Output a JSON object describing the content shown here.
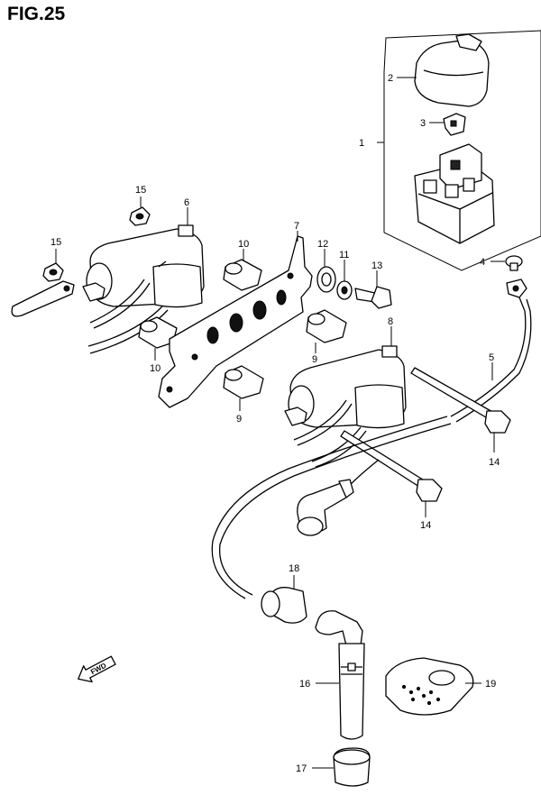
{
  "figure": {
    "title": "FIG.25"
  },
  "direction_label": "FWD",
  "callouts": [
    {
      "id": "c1",
      "text": "1"
    },
    {
      "id": "c2",
      "text": "2"
    },
    {
      "id": "c3",
      "text": "3"
    },
    {
      "id": "c4",
      "text": "4"
    },
    {
      "id": "c5",
      "text": "5"
    },
    {
      "id": "c6",
      "text": "6"
    },
    {
      "id": "c7",
      "text": "7"
    },
    {
      "id": "c8",
      "text": "8"
    },
    {
      "id": "c9a",
      "text": "9"
    },
    {
      "id": "c9b",
      "text": "9"
    },
    {
      "id": "c10a",
      "text": "10"
    },
    {
      "id": "c10b",
      "text": "10"
    },
    {
      "id": "c11",
      "text": "11"
    },
    {
      "id": "c12",
      "text": "12"
    },
    {
      "id": "c13",
      "text": "13"
    },
    {
      "id": "c14a",
      "text": "14"
    },
    {
      "id": "c14b",
      "text": "14"
    },
    {
      "id": "c15a",
      "text": "15"
    },
    {
      "id": "c15b",
      "text": "15"
    },
    {
      "id": "c16",
      "text": "16"
    },
    {
      "id": "c17",
      "text": "17"
    },
    {
      "id": "c18",
      "text": "18"
    },
    {
      "id": "c19",
      "text": "19"
    }
  ]
}
